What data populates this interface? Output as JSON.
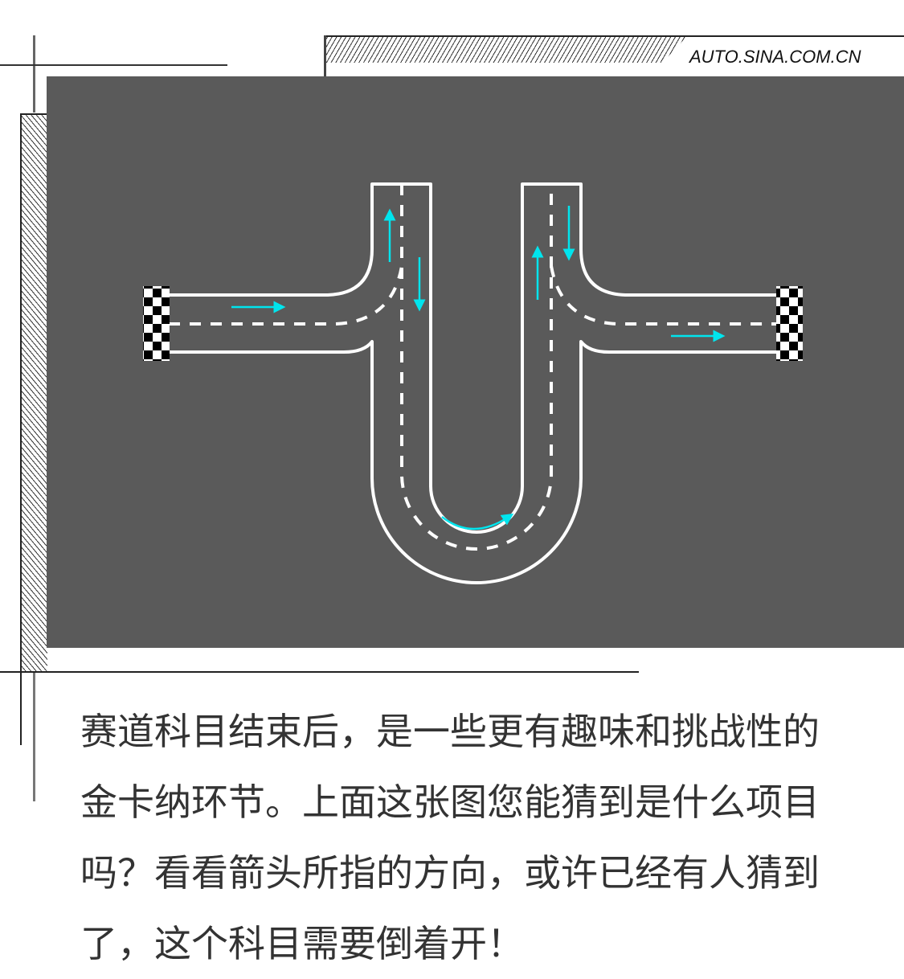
{
  "header": {
    "brand": "AUTO.SINA.COM.CN"
  },
  "diagram": {
    "title": "U-turn reversing course track",
    "background_color": "#5a5a5a",
    "line_color": "#ffffff",
    "arrow_color": "#00e5ee",
    "flags": [
      "start-checkered-flag",
      "finish-checkered-flag"
    ],
    "arrows": [
      {
        "id": "entry-arrow",
        "direction": "right"
      },
      {
        "id": "left-branch-up-arrow",
        "direction": "up"
      },
      {
        "id": "left-branch-down-arrow",
        "direction": "down"
      },
      {
        "id": "u-bottom-curve-arrow",
        "direction": "right-curved"
      },
      {
        "id": "right-branch-up-arrow",
        "direction": "up"
      },
      {
        "id": "right-branch-down-arrow",
        "direction": "down"
      },
      {
        "id": "exit-arrow",
        "direction": "right"
      }
    ]
  },
  "caption": {
    "lines": [
      "赛道科目结束后，是一些更有趣味和挑战性的",
      "金卡纳环节。上面这张图您能猜到是什么项目",
      "吗？看看箭头所指的方向，或许已经有人猜到",
      "了，这个科目需要倒着开！"
    ]
  }
}
